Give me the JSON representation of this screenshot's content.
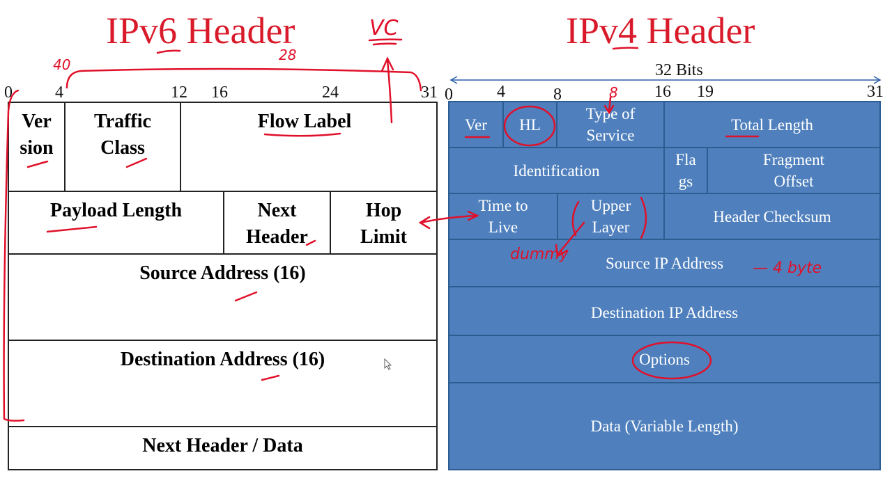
{
  "titles": {
    "ipv6": "IPv6 Header",
    "ipv4": "IPv4 Header"
  },
  "ipv6": {
    "bit_ticks": [
      "0",
      "4",
      "12",
      "16",
      "24",
      "31"
    ],
    "fields": {
      "version": [
        "Ver",
        "sion"
      ],
      "traffic_class": [
        "Traffic",
        "Class"
      ],
      "flow_label": "Flow Label",
      "payload_length": "Payload Length",
      "next_header": [
        "Next",
        "Header"
      ],
      "hop_limit": [
        "Hop",
        "Limit"
      ],
      "source_address": "Source Address (16)",
      "destination_address": "Destination Address (16)",
      "next_header_data": "Next Header / Data"
    }
  },
  "ipv4": {
    "width_label": "32 Bits",
    "bit_ticks": [
      "0",
      "4",
      "8",
      "16",
      "19",
      "31"
    ],
    "fields": {
      "ver": "Ver",
      "hl": "HL",
      "type_of_service": [
        "Type of",
        "Service"
      ],
      "total_length": "Total Length",
      "identification": "Identification",
      "flags": [
        "Fla",
        "gs"
      ],
      "fragment_offset": [
        "Fragment",
        "Offset"
      ],
      "time_to_live": [
        "Time to",
        "Live"
      ],
      "upper_layer": [
        "Upper",
        "Layer"
      ],
      "header_checksum": "Header Checksum",
      "source_ip": "Source IP Address",
      "destination_ip": "Destination IP Address",
      "options": "Options",
      "data": "Data (Variable Length)"
    }
  },
  "annotations": {
    "vc": "VC",
    "forty": "40",
    "twenty_eight": "28",
    "eight": "8",
    "dummy": "dummy",
    "four_byte": "— 4 byte"
  },
  "colors": {
    "title_red": "#d91a2a",
    "ipv4_fill": "#4f80bd",
    "ink_red": "#e0102a"
  }
}
